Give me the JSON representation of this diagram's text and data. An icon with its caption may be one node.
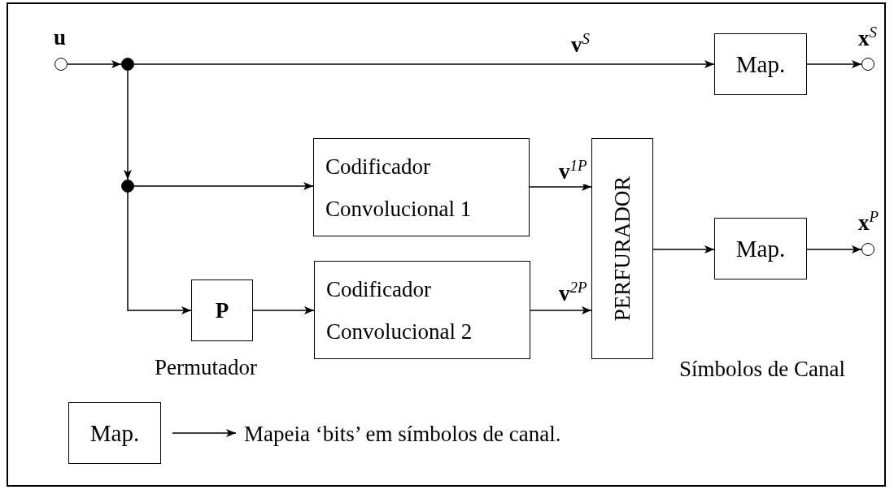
{
  "diagram": {
    "nodes": [
      {
        "text": [],
        "shape": "circle",
        "beside": [
          "u"
        ]
      },
      {
        "text": [],
        "shape": "circle"
      },
      {
        "text": [],
        "shape": "circle"
      },
      {
        "text": [
          "Map."
        ]
      },
      {
        "text": [],
        "shape": "circle",
        "beside": [
          "**x**$^{S}$"
        ]
      },
      {
        "text": [
          "Codificador Convolucional 1"
        ]
      },
      {
        "text": [
          "P"
        ],
        "beside": [
          "Permutador"
        ]
      },
      {
        "text": [
          "Codificador Convolucional 2"
        ]
      },
      {
        "text": [
          "PERFURADOR"
        ]
      },
      {
        "text": [
          "Map."
        ]
      },
      {
        "text": [],
        "shape": "circle",
        "beside": [
          "**x**$^{P}$"
        ]
      },
      {
        "text": [
          "Map."
        ]
      },
      {
        "text": [
          "Mapeia ‘bits’ em símbolos de canal."
        ]
      }
    ],
    "edges": [
      {
        "from": 0,
        "to": 1,
        "arrow": "to"
      },
      {
        "from": 1,
        "to": 3,
        "arrow": "to",
        "label": "**v**$^{S}$"
      },
      {
        "from": 3,
        "to": 4,
        "arrow": "to"
      },
      {
        "from": 1,
        "to": 2,
        "arrow": "to"
      },
      {
        "from": 2,
        "to": 5,
        "arrow": "to"
      },
      {
        "from": 2,
        "to": 6,
        "arrow": "to"
      },
      {
        "from": 6,
        "to": 7,
        "arrow": "to"
      },
      {
        "from": 5,
        "to": 8,
        "arrow": "to",
        "label": "**v**$^{1P}$"
      },
      {
        "from": 7,
        "to": 8,
        "arrow": "to",
        "label": "**v**$^{2P}$"
      },
      {
        "from": 8,
        "to": 9,
        "arrow": "to"
      },
      {
        "from": 9,
        "to": 10,
        "arrow": "to"
      },
      {
        "from": 11,
        "to": 12,
        "arrow": "to"
      }
    ],
    "labels": [
      "Símbolos de Canal"
    ]
  }
}
